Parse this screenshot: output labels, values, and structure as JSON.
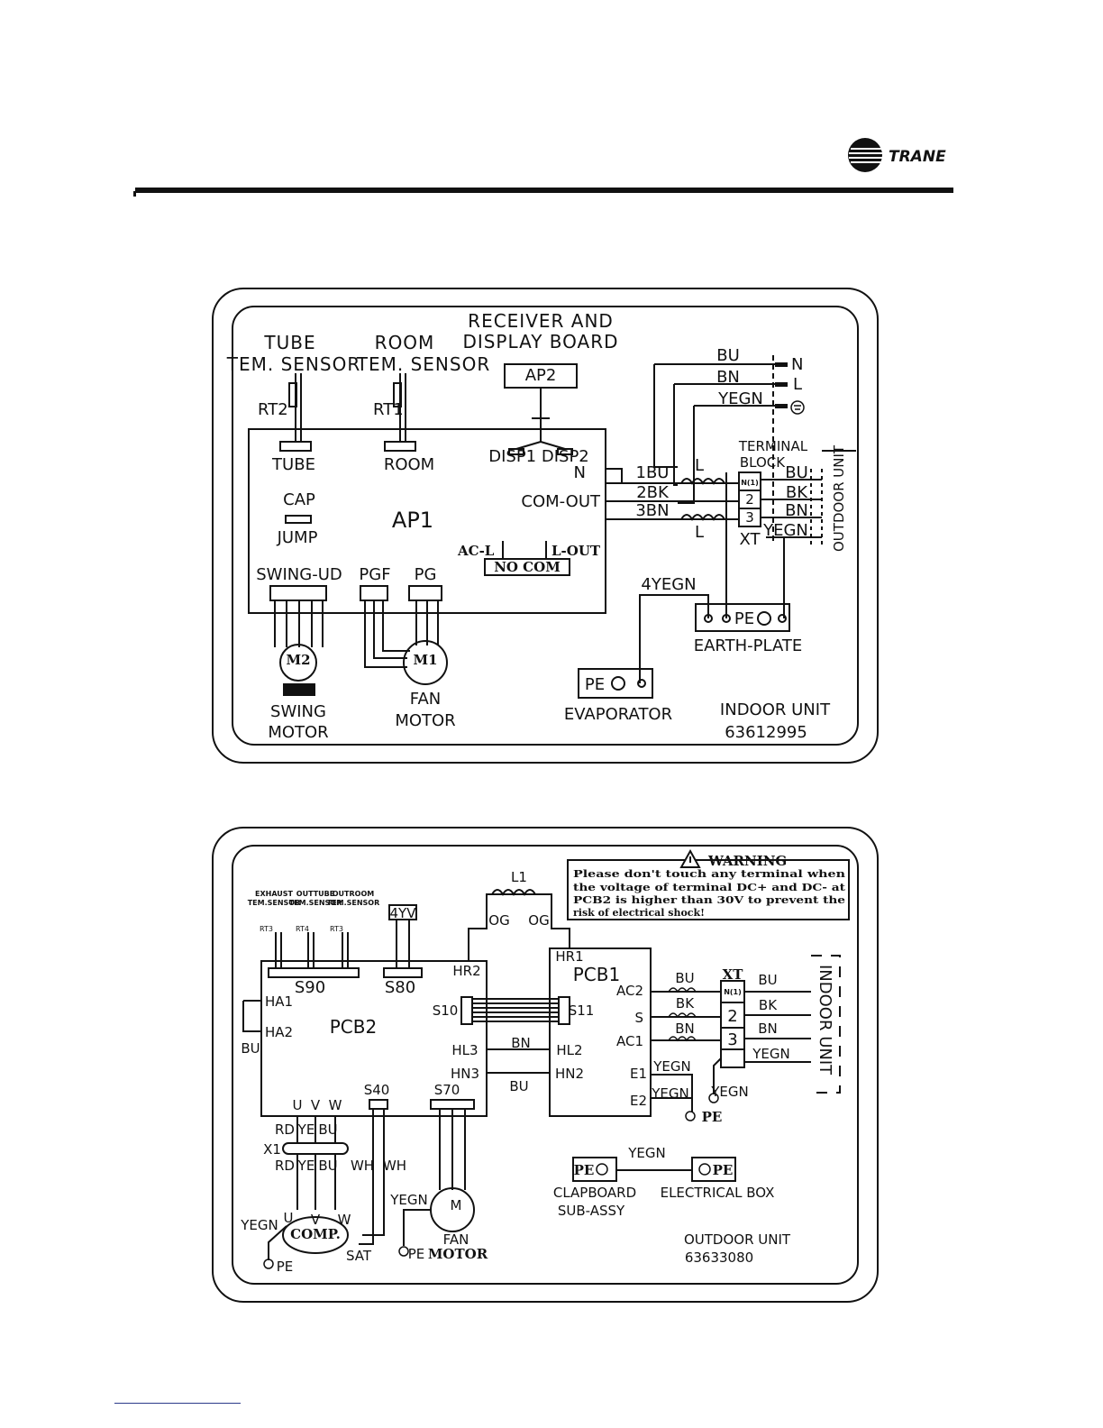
{
  "brand": {
    "name": "TRANE"
  },
  "indoor": {
    "labels": {
      "tube_sensor_1": "TUBE",
      "tube_sensor_2": "TEM. SENSOR",
      "room_sensor_1": "ROOM",
      "room_sensor_2": "TEM. SENSOR",
      "receiver_1": "RECEIVER AND",
      "receiver_2": "DISPLAY BOARD",
      "ap2": "AP2",
      "rt2": "RT2",
      "rt1": "RT1",
      "tube": "TUBE",
      "room": "ROOM",
      "disp": "DISP1 DISP2",
      "n": "N",
      "com_out": "COM-OUT",
      "cap": "CAP",
      "jump": "JUMP",
      "ap1": "AP1",
      "ac_l": "AC-L",
      "l_out": "L-OUT",
      "no_com": "NO  COM",
      "swing_ud": "SWING-UD",
      "pgf": "PGF",
      "pg": "PG",
      "m2": "M2",
      "m1": "M1",
      "swing_1": "SWING",
      "swing_2": "MOTOR",
      "fan_1": "FAN",
      "fan_2": "MOTOR",
      "w_bu": "BU",
      "w_bn": "BN",
      "w_yegn": "YEGN",
      "t_n": "N",
      "t_l": "L",
      "w1": "1BU",
      "w2": "2BK",
      "w3": "3BN",
      "ind1": "L",
      "ind2": "L",
      "terminal_1": "TERMINAL",
      "terminal_2": "BLOCK",
      "tb1": "N(1)",
      "tb2": "2",
      "tb3": "3",
      "xt": "XT",
      "o_bu": "BU",
      "o_bk": "BK",
      "o_bn": "BN",
      "o_yegn": "YEGN",
      "outdoor_unit": "OUTDOOR UNIT",
      "w4": "4YEGN",
      "pe_plate": "PE",
      "earth_plate": "EARTH-PLATE",
      "pe_evap": "PE",
      "evaporator": "EVAPORATOR",
      "indoor_unit": "INDOOR UNIT",
      "model": "63612995"
    }
  },
  "outdoor": {
    "labels": {
      "exhaust_1": "EXHAUST",
      "exhaust_2": "TEM.SENSOR",
      "outtube_1": "OUTTUBE",
      "outtube_2": "TEM.SENSOR",
      "outroom_1": "OUTROOM",
      "outroom_2": "TEM.SENSOR",
      "rt3a": "RT3",
      "rt4": "RT4",
      "rt3b": "RT3",
      "fouryv": "4YV",
      "s90": "S90",
      "s80": "S80",
      "hr2": "HR2",
      "ha1": "HA1",
      "ha2": "HA2",
      "bu_left": "BU",
      "pcb2": "PCB2",
      "s10": "S10",
      "s11": "S11",
      "hl3": "HL3",
      "hn3": "HN3",
      "bn_mid": "BN",
      "bu_mid": "BU",
      "hl2": "HL2",
      "hn2": "HN2",
      "u": "U",
      "v": "V",
      "w": "W",
      "s40": "S40",
      "s70": "S70",
      "rd": "RD",
      "ye": "YE",
      "bu": "BU",
      "x1": "X1",
      "rd2": "RD",
      "ye2": "YE",
      "bu2": "BU",
      "wh1": "WH",
      "wh2": "WH",
      "yegn_comp": "YEGN",
      "cu": "U",
      "cv": "V",
      "cw": "W",
      "comp": "COMP.",
      "pe_comp": "PE",
      "sat": "SAT",
      "yegn_fan": "YEGN",
      "m": "M",
      "pe_fan": "PE",
      "fan_1": "FAN",
      "fan_2": "MOTOR",
      "l1": "L1",
      "og1": "OG",
      "og2": "OG",
      "hr1": "HR1",
      "pcb1": "PCB1",
      "ac2": "AC2",
      "s": "S",
      "ac1": "AC1",
      "e1": "E1",
      "e2": "E2",
      "w_bu": "BU",
      "w_bk": "BK",
      "w_bn": "BN",
      "w_yegn": "YEGN",
      "yegn_e2": "YEGN",
      "xt": "XT",
      "tb1": "N(1)",
      "tb2": "2",
      "tb3": "3",
      "i_bu": "BU",
      "i_bk": "BK",
      "i_bn": "BN",
      "i_yegn": "YEGN",
      "yegn_gnd": "YEGN",
      "pe_pcb": "PE",
      "indoor_unit": "INDOOR UNIT",
      "warning_title": "WARNING",
      "warning_1": "Please don't touch any terminal when",
      "warning_2": "the voltage of terminal DC+ and DC- at",
      "warning_3": "PCB2 is higher than 30V to prevent the",
      "warning_4": "risk of electrical shock!",
      "yegn_box": "YEGN",
      "pe_clap": "PE",
      "pe_box": "PE",
      "clapboard_1": "CLAPBOARD",
      "clapboard_2": "SUB-ASSY",
      "electrical_box": "ELECTRICAL BOX",
      "outdoor_unit": "OUTDOOR UNIT",
      "model": "63633080"
    }
  }
}
